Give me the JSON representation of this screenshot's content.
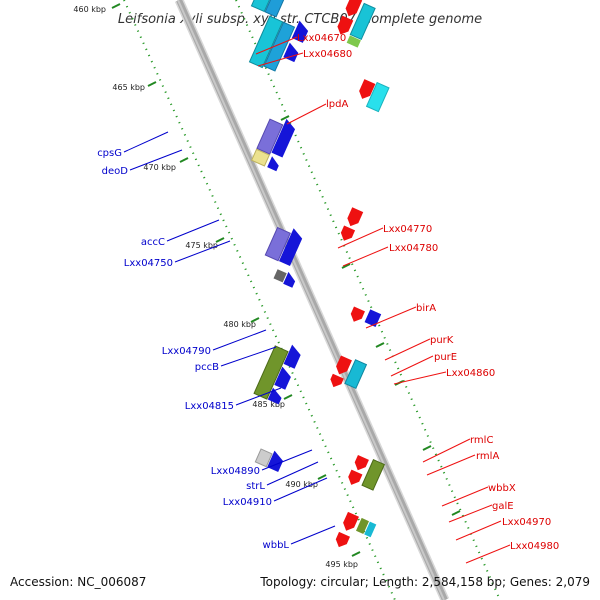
{
  "title": "Leifsonia xyli subsp. xyli str. CTCB07, complete genome",
  "footer": {
    "accession": "Accession: NC_006087",
    "summary": "Topology: circular; Length: 2,584,158 bp; Genes: 2,079"
  },
  "colors": {
    "reverse_label": "#0000cc",
    "forward_label": "#dd0000",
    "tick": "#228822",
    "backbone": "#a9a9a9"
  },
  "kbp_marks": [
    "460 kbp",
    "465 kbp",
    "470 kbp",
    "475 kbp",
    "480 kbp",
    "485 kbp",
    "490 kbp",
    "495 kbp"
  ],
  "reverse_genes": [
    "cpsG",
    "deoD",
    "accC",
    "Lxx04750",
    "Lxx04790",
    "pccB",
    "Lxx04815",
    "Lxx04890",
    "strL",
    "Lxx04910",
    "wbbL"
  ],
  "forward_genes": [
    "Lxx04670",
    "Lxx04680",
    "lpdA",
    "Lxx04770",
    "Lxx04780",
    "birA",
    "purK",
    "purE",
    "Lxx04860",
    "rmlC",
    "rmlA",
    "wbbX",
    "galE",
    "Lxx04970",
    "Lxx04980"
  ]
}
